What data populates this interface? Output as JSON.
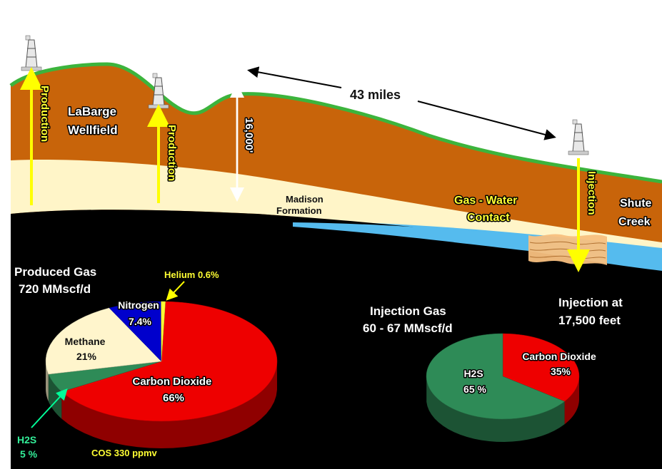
{
  "labels": {
    "wellfield": [
      "LaBarge",
      "Wellfield"
    ],
    "production": "Production",
    "injection": "Injection",
    "distance": "43 miles",
    "depth": "16,000'",
    "formation": [
      "Madison",
      "Formation"
    ],
    "contact": [
      "Gas - Water",
      "Contact"
    ],
    "shute_creek": [
      "Shute",
      "Creek"
    ],
    "injection_depth": [
      "Injection at",
      "17,500 feet"
    ]
  },
  "produced_gas": {
    "title": [
      "Produced Gas",
      "720  MMscf/d"
    ],
    "callouts": {
      "helium": "Helium 0.6%",
      "h2s_line1": "H2S",
      "h2s_line2": "5 %",
      "cos": "COS 330 ppmv"
    }
  },
  "injection_gas": {
    "title": [
      "Injection Gas",
      "60 - 67 MMscf/d"
    ]
  },
  "colors": {
    "background": "#000000",
    "rock": "#c8640a",
    "reservoir": "#fff5c8",
    "water": "#55bbee",
    "ground": "#3cb43c",
    "co2": "#ee0000",
    "h2s": "#2e8b57",
    "methane": "#fff5cc",
    "nitrogen": "#0000cc",
    "helium": "#ffff33"
  },
  "chart_data": [
    {
      "type": "pie",
      "title": "Produced Gas",
      "slices": [
        {
          "label": "Carbon Dioxide",
          "value_label": "66%",
          "value": 66,
          "color": "#ee0000"
        },
        {
          "label": "H2S",
          "value_label": "5 %",
          "value": 5,
          "color": "#2e8b57"
        },
        {
          "label": "Methane",
          "value_label": "21%",
          "value": 21,
          "color": "#fff5cc"
        },
        {
          "label": "Nitrogen",
          "value_label": "7.4%",
          "value": 7.4,
          "color": "#0000cc"
        },
        {
          "label": "Helium",
          "value_label": "0.6%",
          "value": 0.6,
          "color": "#ffff33"
        }
      ]
    },
    {
      "type": "pie",
      "title": "Injection Gas",
      "slices": [
        {
          "label": "Carbon Dioxide",
          "value_label": "35%",
          "value": 35,
          "color": "#ee0000"
        },
        {
          "label": "H2S",
          "value_label": "65 %",
          "value": 65,
          "color": "#2e8b57"
        }
      ]
    }
  ]
}
